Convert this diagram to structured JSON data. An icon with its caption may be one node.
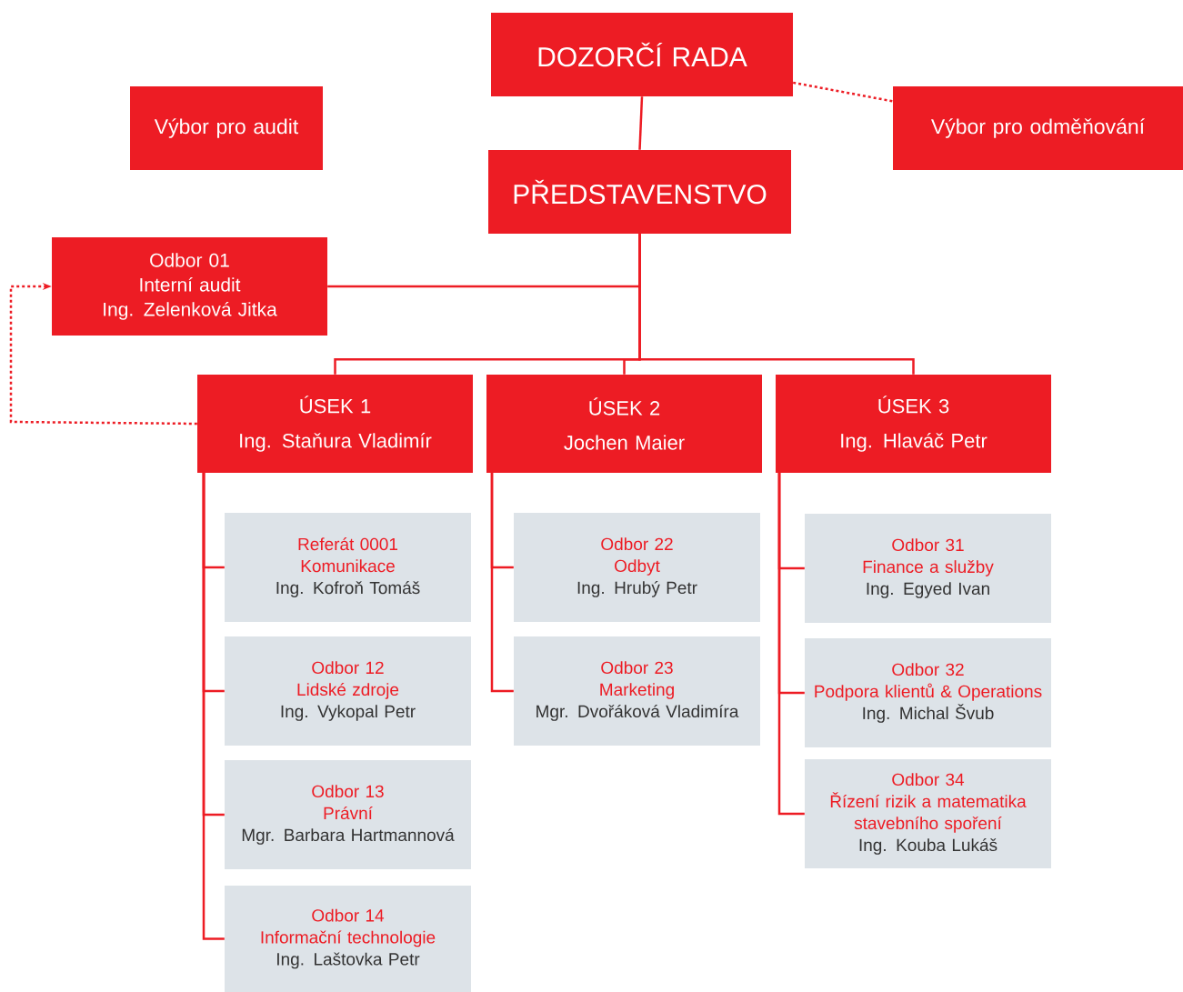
{
  "diagram": {
    "nodes": [
      {
        "text": [
          "DOZORČÍ RADA"
        ]
      },
      {
        "text": [
          "Výbor pro audit"
        ]
      },
      {
        "text": [
          "Výbor pro odměňování"
        ]
      },
      {
        "text": [
          "PŘEDSTAVENSTVO"
        ]
      },
      {
        "text": [
          "Odbor 01",
          "Interní audit",
          "Ing. Zelenková Jitka"
        ]
      },
      {
        "text": [
          "ÚSEK 1",
          "Ing. Staňura Vladimír"
        ]
      },
      {
        "text": [
          "ÚSEK 2",
          "Jochen Maier"
        ]
      },
      {
        "text": [
          "ÚSEK 3",
          "Ing. Hlaváč Petr"
        ]
      },
      {
        "text": [
          "Referát 0001",
          "Komunikace",
          "Ing. Kofroň Tomáš"
        ]
      },
      {
        "text": [
          "Odbor 12",
          "Lidské zdroje",
          "Ing. Vykopal Petr"
        ]
      },
      {
        "text": [
          "Odbor 13",
          "Právní",
          "Mgr. Barbara Hartmannová"
        ]
      },
      {
        "text": [
          "Odbor 14",
          "Informační technologie",
          "Ing. Laštovka Petr"
        ]
      },
      {
        "text": [
          "Odbor 22",
          "Odbyt",
          "Ing. Hrubý Petr"
        ]
      },
      {
        "text": [
          "Odbor 23",
          "Marketing",
          "Mgr. Dvořáková Vladimíra"
        ]
      },
      {
        "text": [
          "Odbor 31",
          "Finance a služby",
          "Ing. Egyed Ivan"
        ]
      },
      {
        "text": [
          "Odbor 32",
          "Podpora klientů & Operations",
          "Ing. Michal Švub"
        ]
      },
      {
        "text": [
          "Odbor 34",
          "Řízení rizik a matematika stavebního spoření",
          "Ing. Kouba Lukáš"
        ]
      }
    ],
    "edges": [
      {
        "from": 0,
        "to": 2,
        "arrow": "none",
        "style": "dashed"
      },
      {
        "from": 0,
        "to": 3,
        "arrow": "none"
      },
      {
        "from": 3,
        "to": 4,
        "arrow": "none"
      },
      {
        "from": 3,
        "to": 5,
        "arrow": "none"
      },
      {
        "from": 3,
        "to": 6,
        "arrow": "none"
      },
      {
        "from": 3,
        "to": 7,
        "arrow": "none"
      },
      {
        "from": 5,
        "to": 4,
        "arrow": "to",
        "style": "dashed"
      },
      {
        "from": 5,
        "to": 8,
        "arrow": "none"
      },
      {
        "from": 5,
        "to": 9,
        "arrow": "none"
      },
      {
        "from": 5,
        "to": 10,
        "arrow": "none"
      },
      {
        "from": 5,
        "to": 11,
        "arrow": "none"
      },
      {
        "from": 6,
        "to": 12,
        "arrow": "none"
      },
      {
        "from": 6,
        "to": 13,
        "arrow": "none"
      },
      {
        "from": 7,
        "to": 14,
        "arrow": "none"
      },
      {
        "from": 7,
        "to": 15,
        "arrow": "none"
      },
      {
        "from": 7,
        "to": 16,
        "arrow": "none"
      }
    ]
  }
}
